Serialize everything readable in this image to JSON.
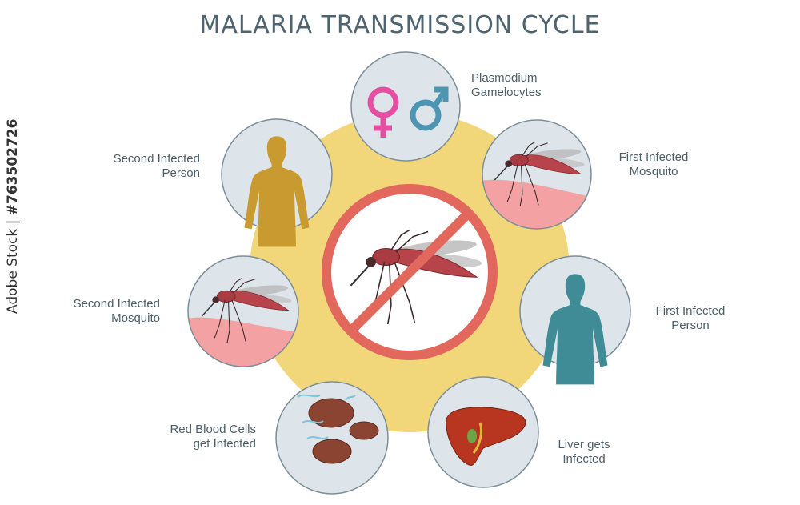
{
  "title": "MALARIA TRANSMISSION CYCLE",
  "stages": {
    "gametocytes": {
      "line1": "Plasmodium",
      "line2": "Gamelocytes"
    },
    "first_mosquito": {
      "line1": "First Infected",
      "line2": "Mosquito"
    },
    "first_person": {
      "line1": "First Infected",
      "line2": "Person"
    },
    "liver": {
      "line1": "Liver gets",
      "line2": "Infected"
    },
    "rbc": {
      "line1": "Red Blood Cells",
      "line2": "get Infected"
    },
    "second_mosquito": {
      "line1": "Second Infected",
      "line2": "Mosquito"
    },
    "second_person": {
      "line1": "Second Infected",
      "line2": "Person"
    }
  },
  "watermark": {
    "brand": "Adobe Stock",
    "separator": "|",
    "id": "#763502726"
  },
  "colors": {
    "ring": "#f2d77a",
    "circle_fill": "#dde5ea",
    "circle_stroke": "#7d8e98",
    "no_sign": "#e2675c",
    "female": "#e64fa1",
    "male": "#4d95b3",
    "person_first": "#3f8c97",
    "person_second": "#c99a2f",
    "mosquito": "#b6444a",
    "skin": "#f4a1a4"
  }
}
